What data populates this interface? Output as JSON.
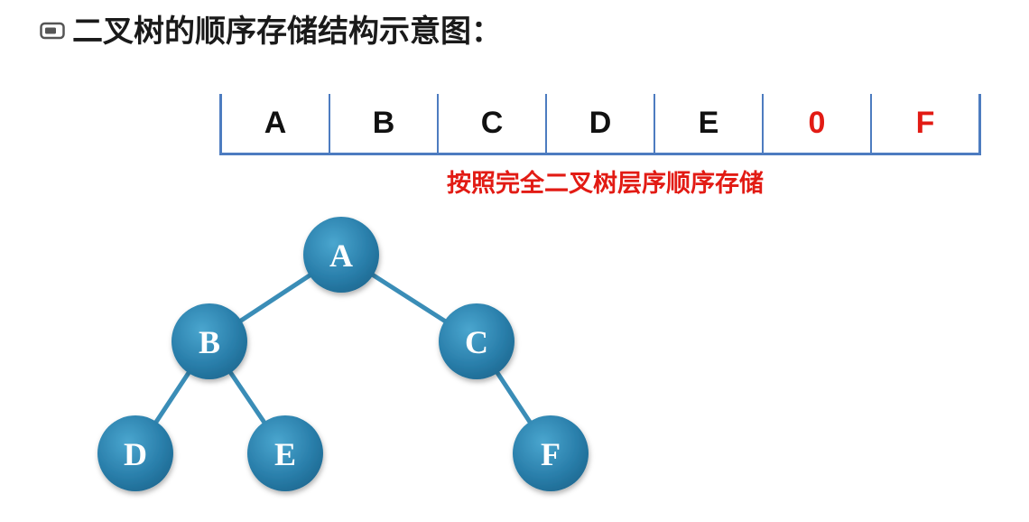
{
  "title": "二叉树的顺序存储结构示意图：",
  "array": {
    "cells": [
      {
        "value": "A",
        "color": "#111111"
      },
      {
        "value": "B",
        "color": "#111111"
      },
      {
        "value": "C",
        "color": "#111111"
      },
      {
        "value": "D",
        "color": "#111111"
      },
      {
        "value": "E",
        "color": "#111111"
      },
      {
        "value": "0",
        "color": "#e21b14"
      },
      {
        "value": "F",
        "color": "#e21b14"
      }
    ],
    "border_color": "#4d7cc0"
  },
  "caption": "按照完全二叉树层序顺序存储",
  "caption_color": "#e21b14",
  "tree": {
    "node_color": "#2e86b0",
    "edge_color": "#3a8db7",
    "nodes": [
      {
        "id": "A",
        "label": "A"
      },
      {
        "id": "B",
        "label": "B"
      },
      {
        "id": "C",
        "label": "C"
      },
      {
        "id": "D",
        "label": "D"
      },
      {
        "id": "E",
        "label": "E"
      },
      {
        "id": "F",
        "label": "F"
      }
    ],
    "edges": [
      [
        "A",
        "B"
      ],
      [
        "A",
        "C"
      ],
      [
        "B",
        "D"
      ],
      [
        "B",
        "E"
      ],
      [
        "C",
        "F"
      ]
    ]
  }
}
